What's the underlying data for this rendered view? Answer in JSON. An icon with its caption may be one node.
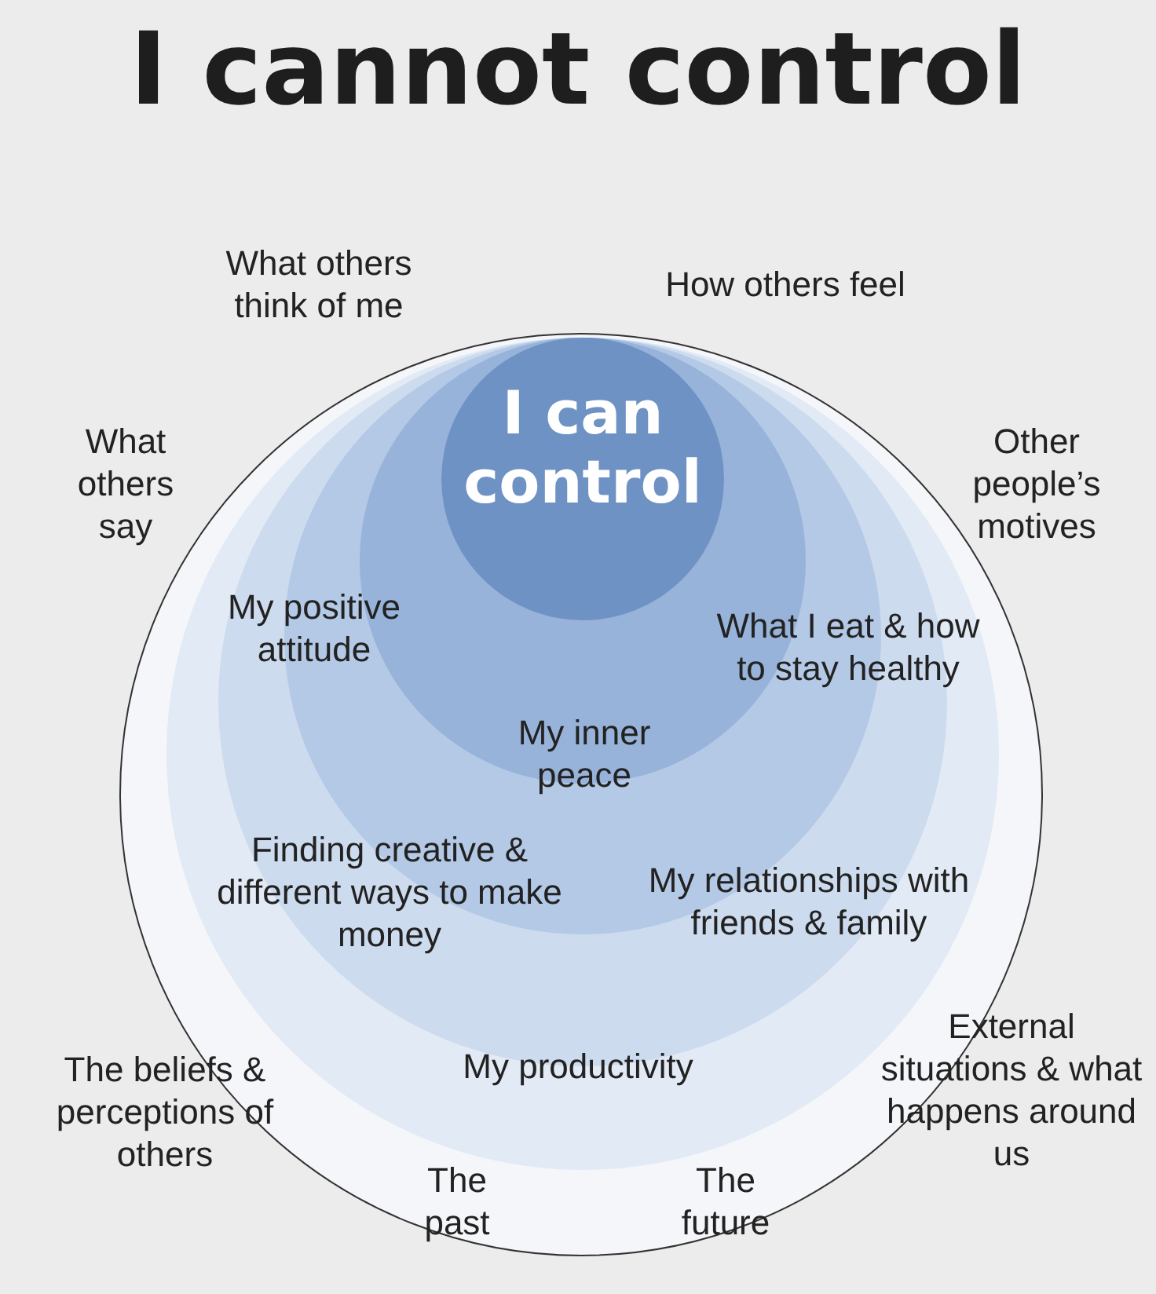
{
  "diagram": {
    "title": "I cannot control",
    "nodes": [
      {
        "text": [],
        "shape": "circle"
      },
      {
        "text": [],
        "shape": "circle",
        "in": 0
      },
      {
        "text": [],
        "shape": "circle",
        "in": 1
      },
      {
        "text": [],
        "shape": "circle",
        "in": 2
      },
      {
        "text": [],
        "shape": "circle",
        "in": 3
      },
      {
        "text": [
          "I can control"
        ],
        "in": 4
      }
    ],
    "edges": [],
    "labels": [
      "What others think of me",
      "How others feel",
      "What others say",
      "Other people’s motives",
      "My positive attitude",
      "What I eat & how to stay healthy",
      "My inner peace",
      "Finding creative & different ways to make money",
      "My relationships with friends & family",
      "The beliefs & perceptions of others",
      "My productivity",
      "External situations & what happens around us",
      "The past",
      "The future"
    ]
  }
}
